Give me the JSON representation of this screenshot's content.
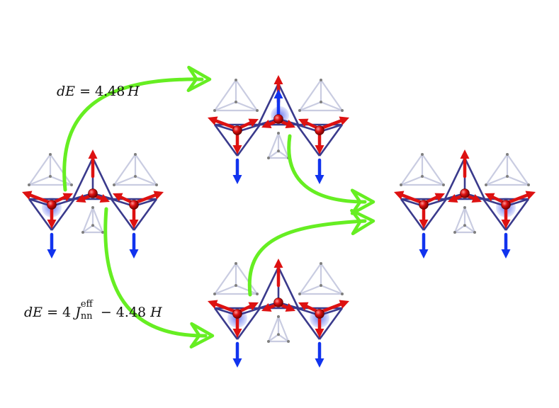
{
  "labels": {
    "top": {
      "prefix": "dE",
      "equals": " = ",
      "value": "4.48",
      "var": "H"
    },
    "bottom": {
      "prefix": "dE",
      "equals": " = 4 ",
      "var_j": "J",
      "sup": "eff",
      "sub": "nn",
      "rest": " − 4.48 ",
      "var_h": "H"
    }
  },
  "colors": {
    "arrow": "#66ee22",
    "spin": "#dd1111",
    "spin_down": "#1133ee",
    "bond_dark": "#3a3a8c",
    "bond_light": "#b8bcd8",
    "hub_blue": "#4455dd",
    "hub_red": "#dd3333"
  }
}
